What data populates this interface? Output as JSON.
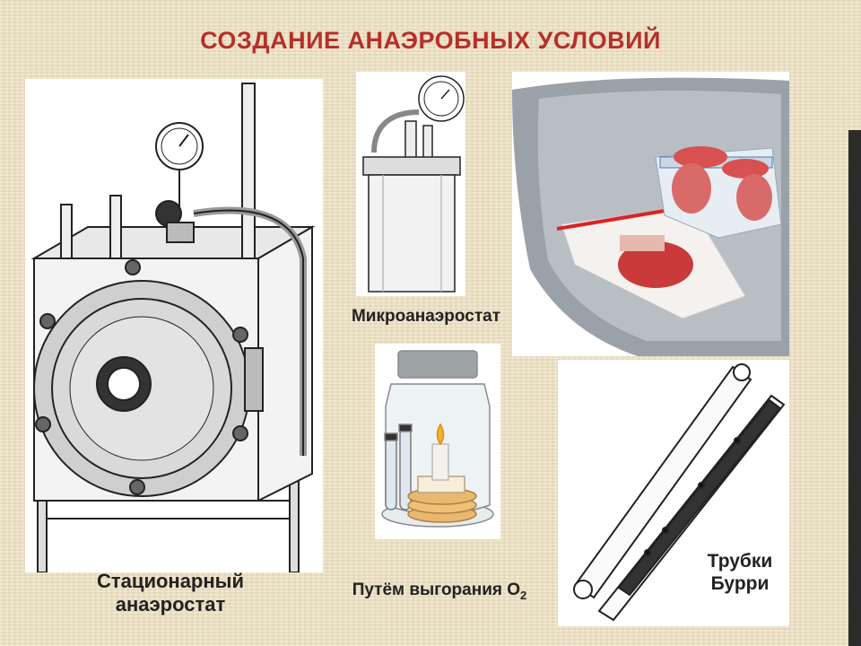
{
  "slide": {
    "title": "СОЗДАНИЕ АНАЭРОБНЫХ УСЛОВИЙ"
  },
  "captions": {
    "stationary_line1": "Стационарный",
    "stationary_line2": "анаэростат",
    "micro": "Микроанаэростат",
    "burn_prefix": "Путём выгорания О",
    "burn_sub": "2",
    "burri_line1": "Трубки",
    "burri_line2": "Бурри"
  },
  "colors": {
    "title": "#b5302a",
    "background": "#efe3c5",
    "edge_bar": "#2b2b2b"
  }
}
